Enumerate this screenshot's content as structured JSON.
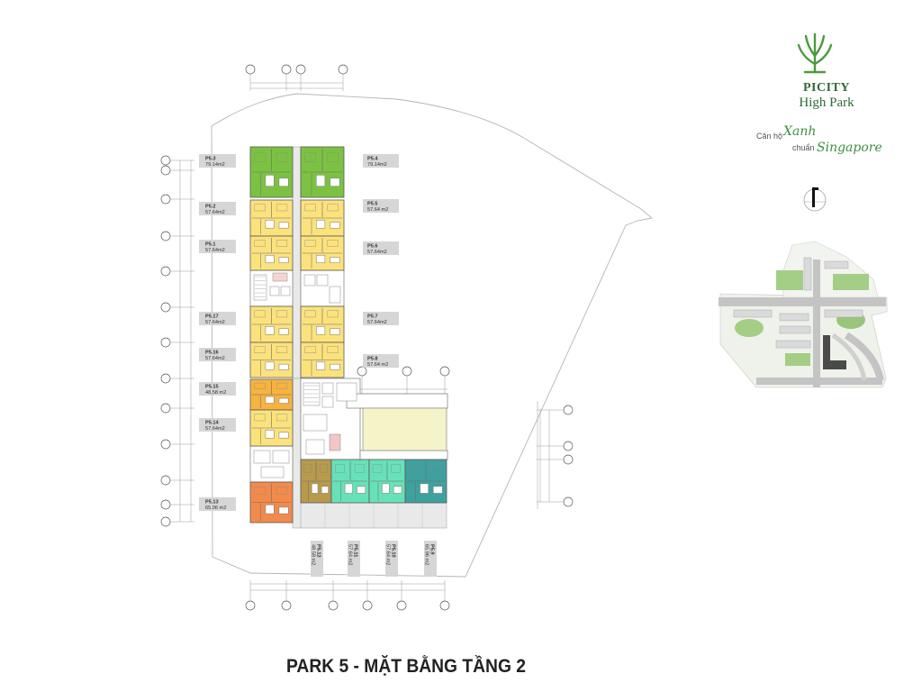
{
  "brand": {
    "name": "PICITY",
    "project": "High Park",
    "tagline": {
      "prefix": "Căn hộ",
      "accent": "Xanh",
      "middle": "chuẩn",
      "accent2": "Singapore"
    }
  },
  "colors": {
    "brand_green": "#2f6b36",
    "leaf_green": "#4d9a3f",
    "script_green": "#3f8f3f"
  },
  "title": "PARK 5 - MẶT BẰNG TẦNG 2",
  "units": [
    {
      "code": "P5.3",
      "area": "79.14m2",
      "color": "#7cc242"
    },
    {
      "code": "P5.2",
      "area": "57.64m2",
      "color": "#fbe27c"
    },
    {
      "code": "P5.1",
      "area": "57.64m2",
      "color": "#fbe27c"
    },
    {
      "code": "P5.17",
      "area": "57.64m2",
      "color": "#fbe27c"
    },
    {
      "code": "P5.16",
      "area": "57.64m2",
      "color": "#fbe27c"
    },
    {
      "code": "P5.15",
      "area": "48.58 m2",
      "color": "#f7b33f"
    },
    {
      "code": "P5.14",
      "area": "57.64m2",
      "color": "#fbe27c"
    },
    {
      "code": "P5.13",
      "area": "65.96 m2",
      "color": "#f28a4c"
    },
    {
      "code": "P5.4",
      "area": "79.14m2",
      "color": "#7cc242"
    },
    {
      "code": "P5.5",
      "area": "57.64 m2",
      "color": "#fbe27c"
    },
    {
      "code": "P5.6",
      "area": "57.64m2",
      "color": "#fbe27c"
    },
    {
      "code": "P5.7",
      "area": "57.64m2",
      "color": "#fbe27c"
    },
    {
      "code": "P5.8",
      "area": "57.64 m2",
      "color": "#fbe27c"
    },
    {
      "code": "P5.12",
      "area": "48.58 m2",
      "color": "#b89a4c"
    },
    {
      "code": "P5.11",
      "area": "57.64 m2",
      "color": "#67e1b9"
    },
    {
      "code": "P5.10",
      "area": "57.64 m2",
      "color": "#67e1b9"
    },
    {
      "code": "P5.9",
      "area": "65.96 m2",
      "color": "#3ea19e"
    }
  ]
}
